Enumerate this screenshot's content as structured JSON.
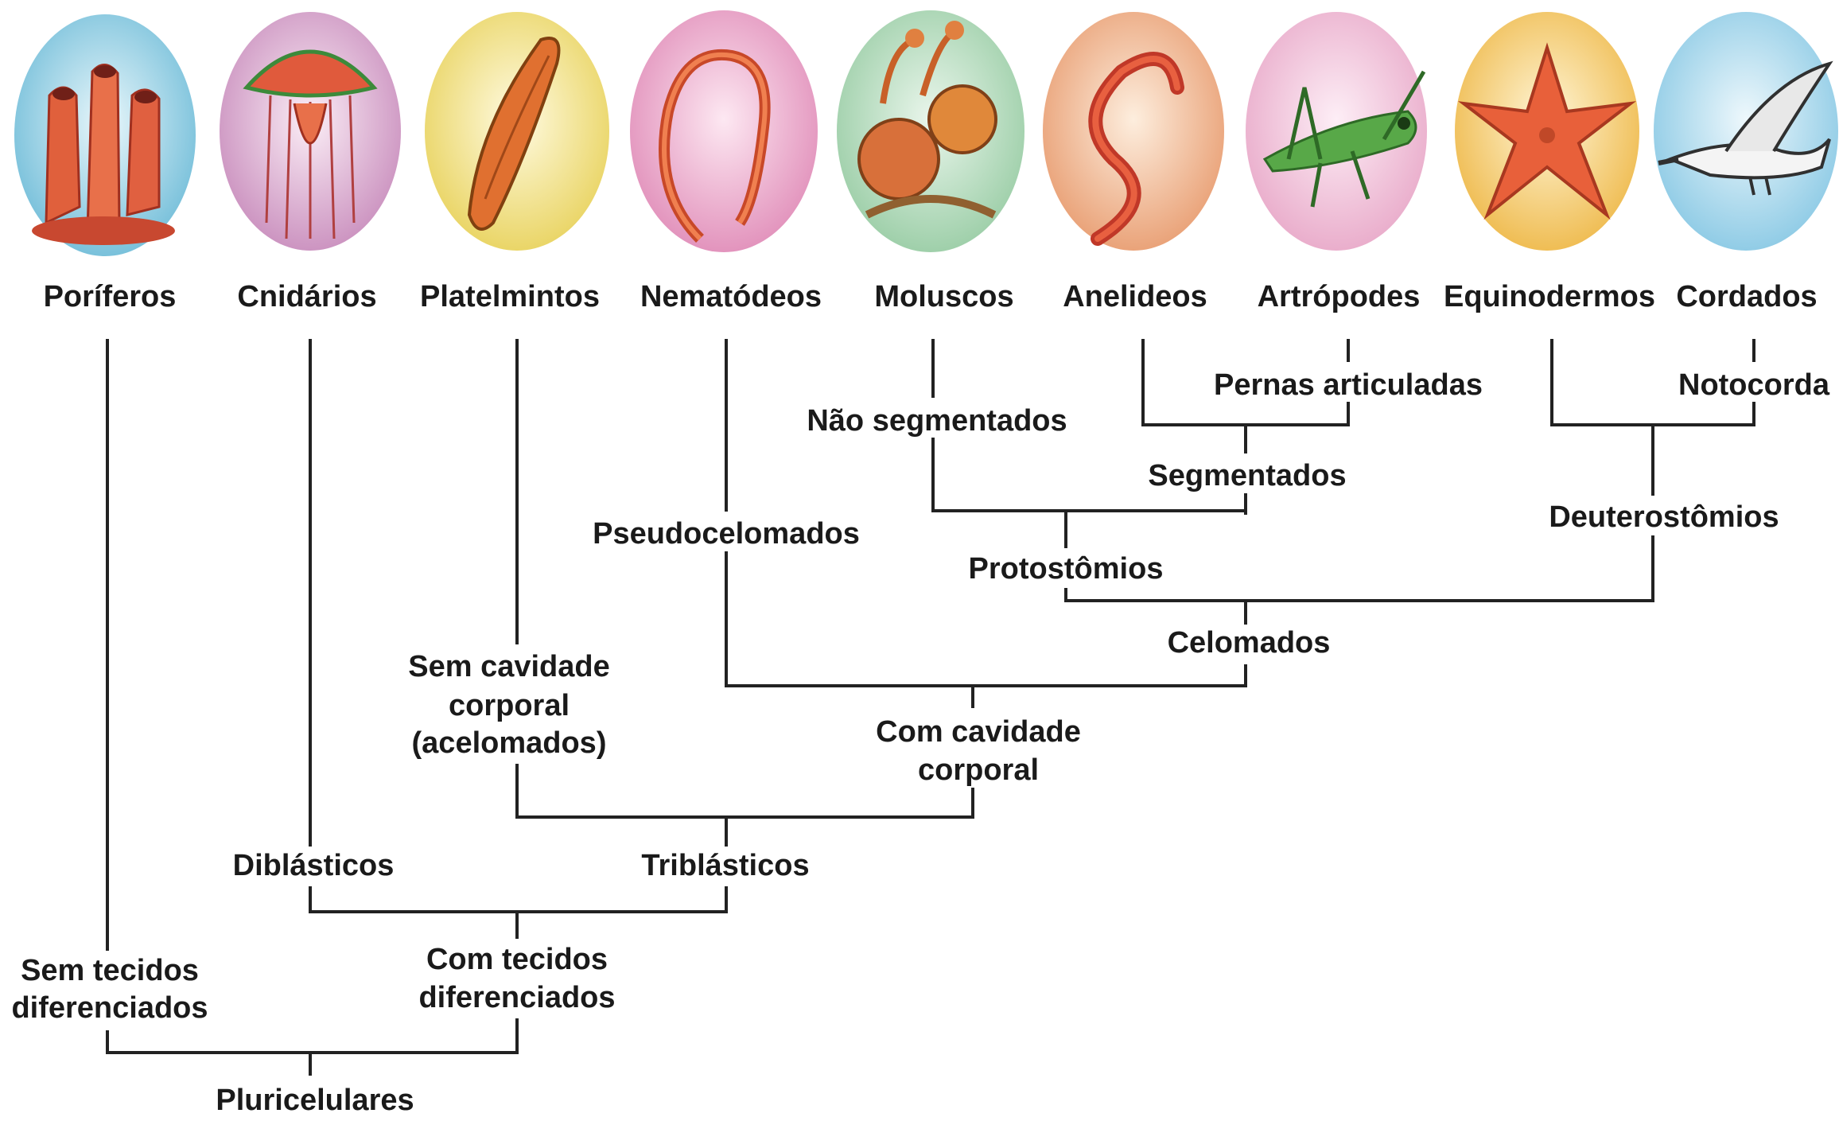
{
  "taxa": [
    {
      "label": "Poríferos",
      "icon": "sponge-icon",
      "bg": "#7ec8e0"
    },
    {
      "label": "Cnidários",
      "icon": "jellyfish-icon",
      "bg": "#d8a0c8"
    },
    {
      "label": "Platelmintos",
      "icon": "flatworm-icon",
      "bg": "#f0e27a"
    },
    {
      "label": "Nematódeos",
      "icon": "roundworm-icon",
      "bg": "#e8a8c8"
    },
    {
      "label": "Moluscos",
      "icon": "mollusc-icon",
      "bg": "#b8dcc0"
    },
    {
      "label": "Anelideos",
      "icon": "earthworm-icon",
      "bg": "#f0b890"
    },
    {
      "label": "Artrópodes",
      "icon": "grasshopper-icon",
      "bg": "#f0c0d8"
    },
    {
      "label": "Equinodermos",
      "icon": "starfish-icon",
      "bg": "#f4d070"
    },
    {
      "label": "Cordados",
      "icon": "bird-icon",
      "bg": "#a8d8ec"
    }
  ],
  "traits": {
    "pernas_articuladas": "Pernas articuladas",
    "notocorda": "Notocorda",
    "nao_segmentados": "Não segmentados",
    "segmentados": "Segmentados",
    "deuterostomios": "Deuterostômios",
    "pseudocelomados": "Pseudocelomados",
    "protostomios": "Protostômios",
    "celomados": "Celomados",
    "sem_cavidade": [
      "Sem cavidade",
      "corporal",
      "(acelomados)"
    ],
    "com_cavidade": [
      "Com cavidade",
      "corporal"
    ],
    "diblasticos": "Diblásticos",
    "triblasticos": "Triblásticos",
    "sem_tecidos": [
      "Sem tecidos",
      "diferenciados"
    ],
    "com_tecidos": [
      "Com tecidos",
      "diferenciados"
    ],
    "pluricelulares": "Pluricelulares"
  }
}
